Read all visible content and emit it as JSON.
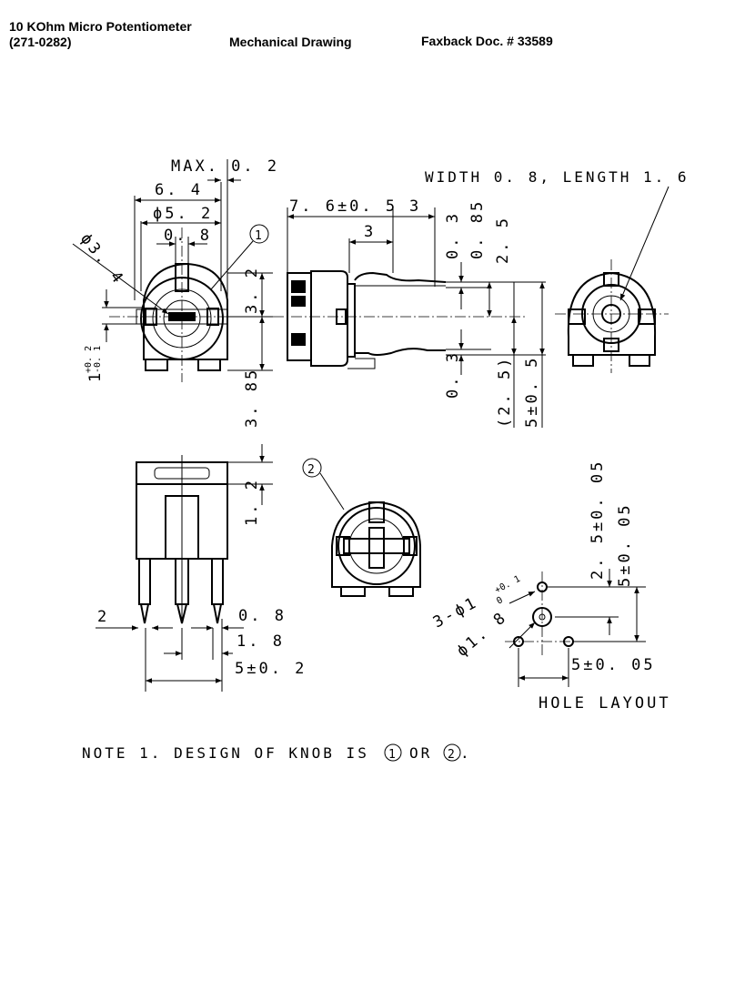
{
  "header": {
    "title": "10 KOhm Micro Potentiometer",
    "part_number": "(271-0282)",
    "drawing_type": "Mechanical Drawing",
    "doc_number": "Faxback Doc. # 33589"
  },
  "dims": {
    "max_0_2": "MAX. 0. 2",
    "d_6_4": "6. 4",
    "phi_5_2": "ϕ5. 2",
    "d_0_8_top": "0. 8",
    "phi_3_4": "ϕ3. 4",
    "callout_1": "1",
    "d_3_2": "3. 2",
    "tol_1": "1",
    "tol_1_plus": "+0. 2",
    "tol_1_minus": "-0. 1",
    "d_3_85": "3. 85",
    "d_7_6": "7. 6±0. 5",
    "d_3_a": "3",
    "d_3_b": "3",
    "d_0_3_top": "0. 3",
    "d_0_85": "0. 85",
    "d_2_5": "2. 5",
    "d_0_3_bot": "0. 3",
    "d_2_5_paren": "(2. 5)",
    "d_5_0_5": "5±0. 5",
    "width_length": "WIDTH 0. 8, LENGTH 1. 6",
    "d_1_2": "1. 2",
    "d_2_left": "2",
    "d_0_8_bot": "0. 8",
    "d_1_8": "1. 8",
    "d_5_0_2": "5±0. 2",
    "callout_2": "2",
    "hole_3phi1": "3-ϕ1",
    "hole_3phi1_tol_plus": "+0. 1",
    "hole_3phi1_tol_zero": "0",
    "hole_phi1_8": "ϕ1. 8",
    "d_2_5_0_05": "2. 5±0. 05",
    "d_5_0_05_v": "5±0. 05",
    "d_5_0_05_h": "5±0. 05",
    "hole_layout": "HOLE LAYOUT"
  },
  "note": {
    "prefix": "NOTE 1. DESIGN OF KNOB IS",
    "ref_1": "1",
    "or_text": "OR",
    "ref_2": "2",
    "suffix": "."
  }
}
